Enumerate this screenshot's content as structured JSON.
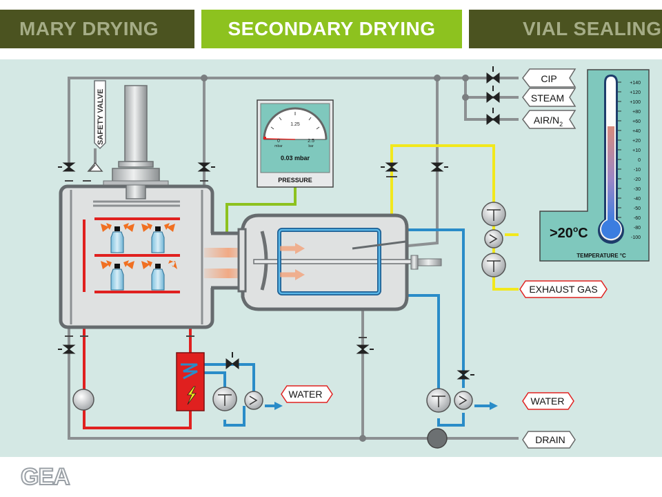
{
  "tabs": {
    "primary": "MARY DRYING",
    "secondary": "SECONDARY DRYING",
    "sealing": "VIAL SEALING"
  },
  "safety_valve": "SAFETY VALVE",
  "gauge": {
    "title": "PRESSURE",
    "reading": "0.03 mbar",
    "tick_min": "0",
    "tick_mid": "1.25",
    "tick_max": "2.5",
    "unit_left": "mbar",
    "unit_right": "bar"
  },
  "thermometer": {
    "title": "TEMPERATURE °C",
    "reading_prefix": ">20",
    "reading_sup": "o",
    "reading_suffix": "C",
    "scale": [
      "+140",
      "+120",
      "+100",
      "+80",
      "+60",
      "+40",
      "+20",
      "+10",
      "0",
      "-10",
      "-20",
      "-30",
      "-40",
      "-50",
      "-60",
      "-80",
      "-100"
    ]
  },
  "inlets": {
    "cip": "CIP",
    "steam": "STEAM",
    "air_prefix": "AIR/N",
    "air_sub": "2"
  },
  "outlets": {
    "exhaust": "EXHAUST GAS",
    "water_left": "WATER",
    "water_right": "WATER",
    "drain": "DRAIN"
  },
  "logo": "GEA",
  "colors": {
    "accent_active": "#8dc21f",
    "tab_inactive": "#4b5320",
    "panel": "#d4e8e4",
    "pipe": "#8c9092",
    "hot": "#e0201f",
    "cold": "#2a8cc8",
    "gas": "#f2e81c",
    "vacuum": "#8dc21f"
  }
}
